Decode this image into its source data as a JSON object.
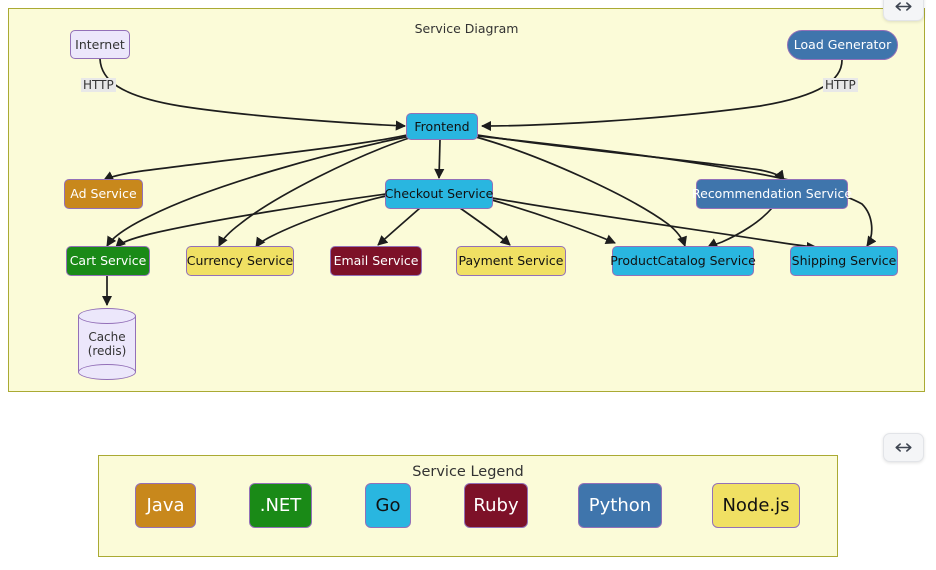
{
  "diagram": {
    "title": "Service Diagram",
    "nodes": [
      {
        "id": "internet",
        "label": "Internet",
        "lang": "plain",
        "shape": "rect"
      },
      {
        "id": "loadgenerator",
        "label": "Load Generator",
        "lang": "python",
        "shape": "stadium"
      },
      {
        "id": "frontend",
        "label": "Frontend",
        "lang": "go",
        "shape": "rect"
      },
      {
        "id": "adservice",
        "label": "Ad Service",
        "lang": "java",
        "shape": "rect"
      },
      {
        "id": "checkout",
        "label": "Checkout Service",
        "lang": "go",
        "shape": "rect"
      },
      {
        "id": "recommendation",
        "label": "Recommendation Service",
        "lang": "python",
        "shape": "rect"
      },
      {
        "id": "cart",
        "label": "Cart Service",
        "lang": "dotnet",
        "shape": "rect"
      },
      {
        "id": "currency",
        "label": "Currency Service",
        "lang": "nodejs",
        "shape": "rect"
      },
      {
        "id": "email",
        "label": "Email Service",
        "lang": "ruby",
        "shape": "rect"
      },
      {
        "id": "payment",
        "label": "Payment Service",
        "lang": "nodejs",
        "shape": "rect"
      },
      {
        "id": "productcatalog",
        "label": "ProductCatalog Service",
        "lang": "go",
        "shape": "rect"
      },
      {
        "id": "shipping",
        "label": "Shipping Service",
        "lang": "go",
        "shape": "rect"
      },
      {
        "id": "cache",
        "label": "Cache\n(redis)",
        "lang": "plain",
        "shape": "cylinder",
        "label_line1": "Cache",
        "label_line2": "(redis)"
      }
    ],
    "edge_labels": [
      {
        "id": "internet-http",
        "text": "HTTP"
      },
      {
        "id": "loadgen-http",
        "text": "HTTP"
      }
    ]
  },
  "legend": {
    "title": "Service Legend",
    "items": [
      {
        "id": "java",
        "label": "Java",
        "color": "#c8881c",
        "text_color": "#ffffff"
      },
      {
        "id": "dotnet",
        "label": ".NET",
        "color": "#1a8a17",
        "text_color": "#ffffff"
      },
      {
        "id": "go",
        "label": "Go",
        "color": "#29b6e0",
        "text_color": "#111111"
      },
      {
        "id": "ruby",
        "label": "Ruby",
        "color": "#7d1128",
        "text_color": "#ffffff"
      },
      {
        "id": "python",
        "label": "Python",
        "color": "#3f75ac",
        "text_color": "#ffffff"
      },
      {
        "id": "nodejs",
        "label": "Node.js",
        "color": "#f0e063",
        "text_color": "#111111"
      }
    ]
  },
  "controls": {
    "resize_top": {
      "icon": "horizontal-resize-icon"
    },
    "resize_bottom": {
      "icon": "horizontal-resize-icon"
    }
  },
  "colors": {
    "panel_background": "#fbfbd8",
    "panel_border": "#aaaa33",
    "edge_stroke": "#1d1d1d",
    "node_border": "#9370b8",
    "page_background": "#ffffff"
  }
}
